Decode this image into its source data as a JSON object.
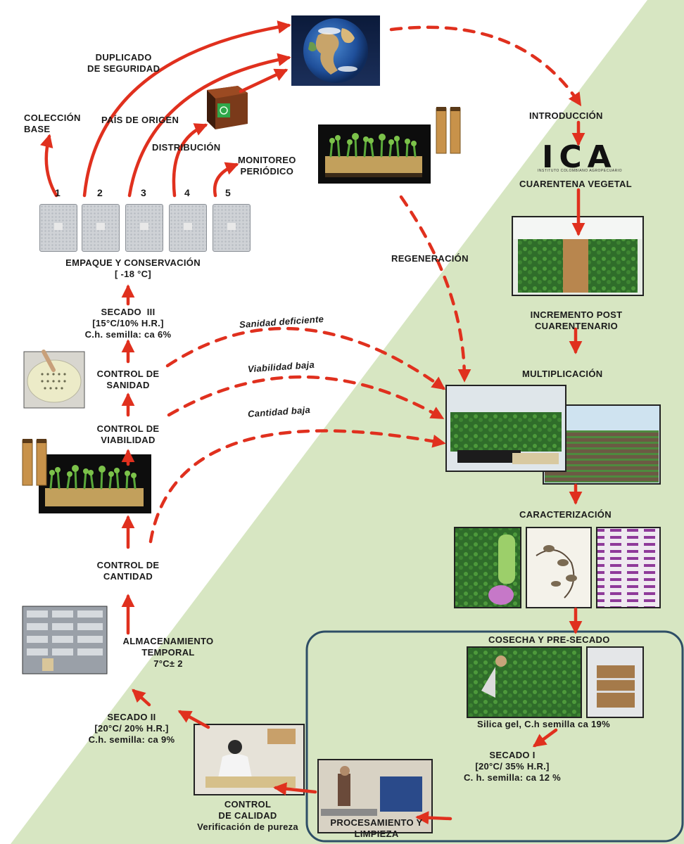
{
  "colors": {
    "background_green": "#d7e6c2",
    "arrow_red": "#e0301e",
    "box_blue": "#2e4e66",
    "text_dark": "#1b1b1b"
  },
  "conservation": {
    "bag_numbers": [
      "1",
      "2",
      "3",
      "4",
      "5"
    ],
    "coleccion_base": "COLECCIÓN\nBASE",
    "duplicado": "DUPLICADO\nDE SEGURIDAD",
    "pais_origen": "PAÍS DE ORIGEN",
    "distribucion": "DISTRIBUCIÓN",
    "monitoreo": "MONITOREO\nPERIÓDICO",
    "empaque": "EMPAQUE Y CONSERVACIÓN\n[ -18 °C]"
  },
  "left_flow": {
    "secado_iii": "SECADO  III\n[15°C/10% H.R.]\nC.h. semilla: ca 6%",
    "control_sanidad": "CONTROL DE\nSANIDAD",
    "control_viabilidad": "CONTROL DE\nVIABILIDAD",
    "control_cantidad": "CONTROL DE\nCANTIDAD",
    "almacenamiento": "ALMACENAMIENTO\nTEMPORAL\n7°C± 2",
    "secado_ii": "SECADO II\n[20°C/ 20% H.R.]\nC.h. semilla: ca 9%",
    "control_calidad": "CONTROL\nDE CALIDAD\nVerificación de pureza"
  },
  "feedback": {
    "sanidad_deficiente": "Sanidad deficiente",
    "viabilidad_baja": "Viabilidad baja",
    "cantidad_baja": "Cantidad baja"
  },
  "right_flow": {
    "introduccion": "INTRODUCCIÓN",
    "ica_logo": "ICA",
    "ica_sub": "INSTITUTO COLOMBIANO AGROPECUARIO",
    "cuarentena": "CUARENTENA VEGETAL",
    "regeneracion": "REGENERACIÓN",
    "incremento": "INCREMENTO POST\nCUARENTENARIO",
    "multiplicacion": "MULTIPLICACIÓN",
    "caracterizacion": "CARACTERIZACIÓN",
    "cosecha": "COSECHA Y PRE-SECADO",
    "silica": "Silica gel, C.h semilla ca 19%",
    "secado_i": "SECADO I\n[20°C/ 35% H.R.]\nC. h. semilla: ca 12 %",
    "procesamiento": "PROCESAMIENTO Y\nLIMPIEZA"
  }
}
